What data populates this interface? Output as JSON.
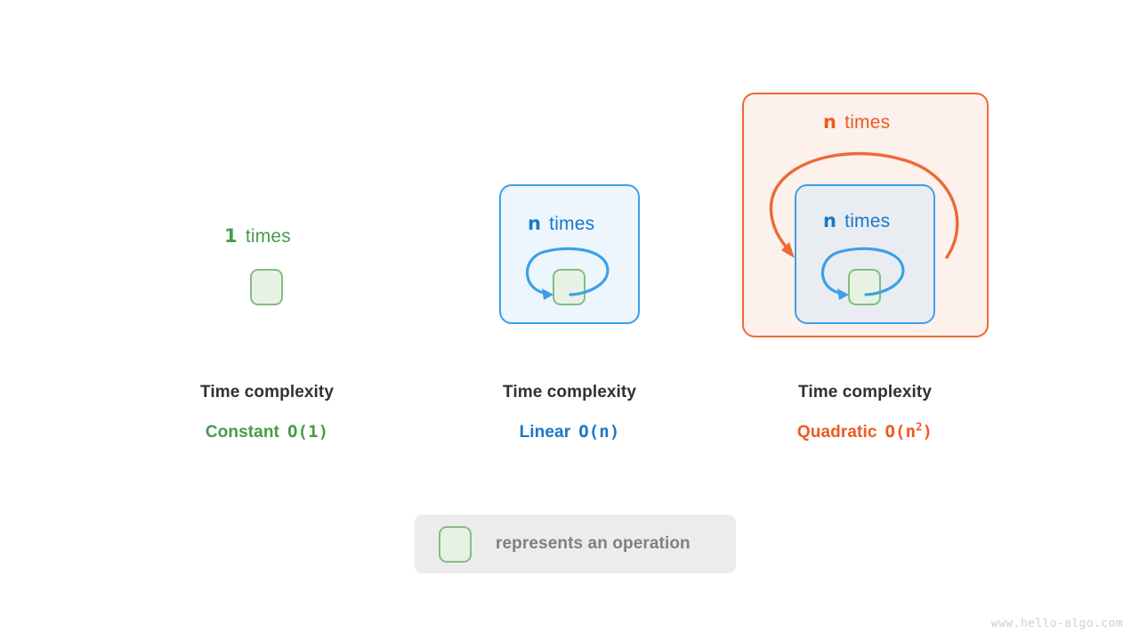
{
  "page": {
    "background": "#ffffff",
    "watermark": "www.hello-algo.com"
  },
  "colors": {
    "green": "#469C4B",
    "green_box_border": "#82BE82",
    "green_box_fill": "#E8F2E4",
    "blue": "#1878C8",
    "blue_border": "#3CA0E8",
    "blue_fill": "#EDF6FD",
    "blue_fill_inner": "#E9EDF2",
    "orange": "#EE5A20",
    "orange_border": "#ED6A35",
    "orange_fill": "#FDF1EC",
    "caption_title": "#313131",
    "legend_background": "#ECECEC",
    "legend_text": "#808080",
    "watermark_text": "#CFCFCF"
  },
  "columns": [
    {
      "id": "constant",
      "loop_count": "1",
      "loop_word": "times",
      "loop_color": "#469C4B",
      "caption_title": "Time complexity",
      "complexity_name": "Constant",
      "complexity_notation": "O(1)",
      "complexity_exponent": "",
      "complexity_color": "#469C4B"
    },
    {
      "id": "linear",
      "loop_count": "n",
      "loop_word": "times",
      "loop_color": "#1878C8",
      "caption_title": "Time complexity",
      "complexity_name": "Linear",
      "complexity_notation": "O(n)",
      "complexity_exponent": "",
      "complexity_color": "#1878C8"
    },
    {
      "id": "quadratic",
      "outer_loop_count": "n",
      "outer_loop_word": "times",
      "outer_loop_color": "#EE5A20",
      "loop_count": "n",
      "loop_word": "times",
      "loop_color": "#1878C8",
      "caption_title": "Time complexity",
      "complexity_name": "Quadratic",
      "complexity_notation_prefix": "O(n",
      "complexity_exponent": "2",
      "complexity_notation_suffix": ")",
      "complexity_color": "#EE5A20"
    }
  ],
  "legend": {
    "text": "represents an operation"
  }
}
